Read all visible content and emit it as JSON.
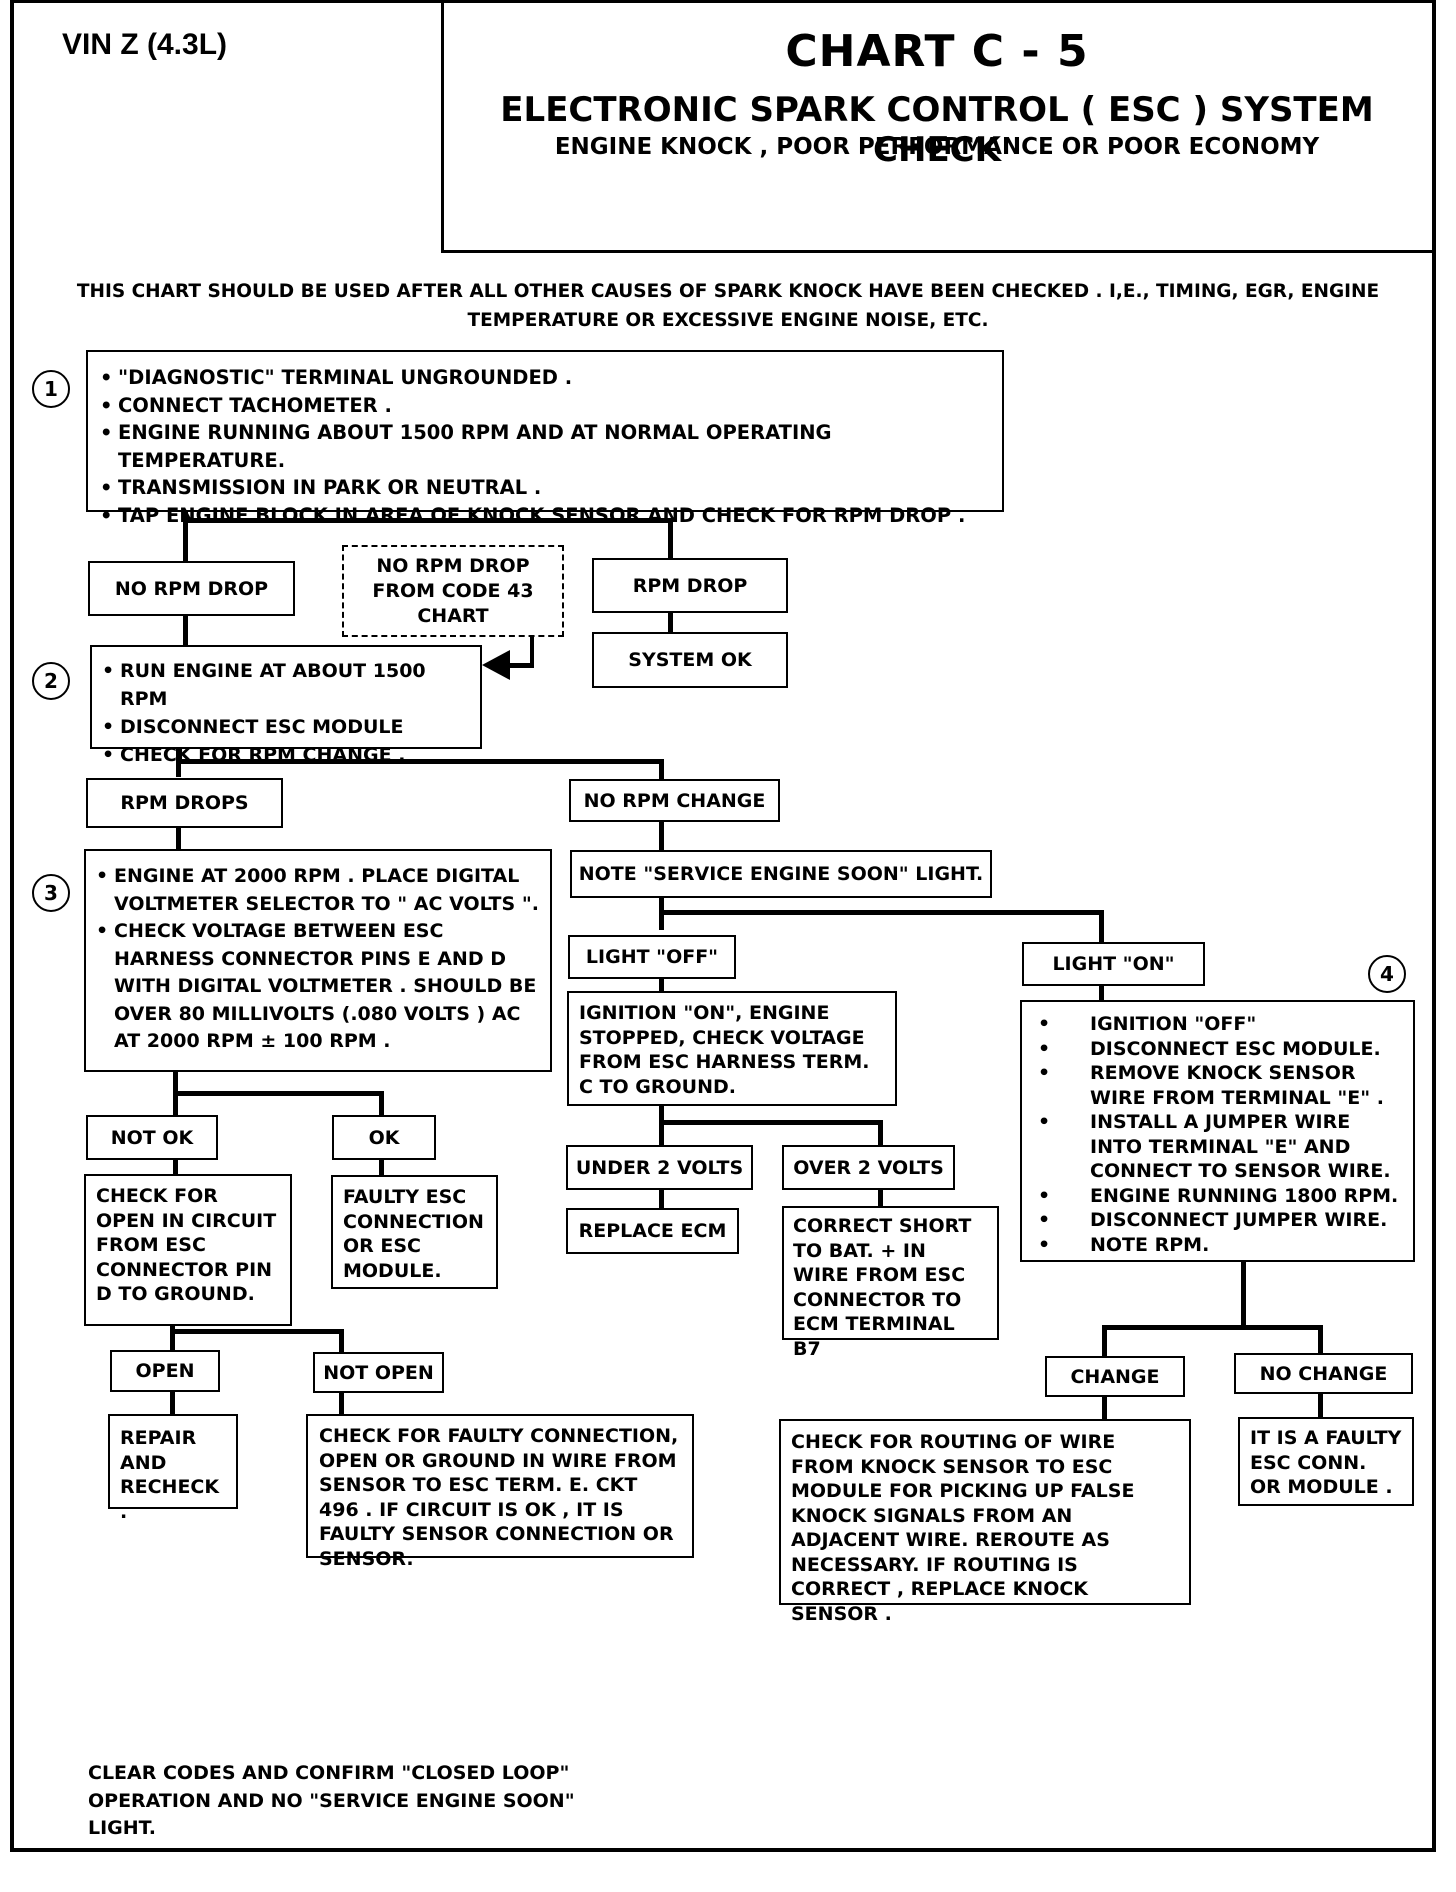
{
  "header": {
    "vin": "VIN Z (4.3L)",
    "chart_id": "CHART C - 5",
    "title": "ELECTRONIC SPARK CONTROL ( ESC ) SYSTEM CHECK",
    "subtitle": "ENGINE KNOCK , POOR PERFORMANCE OR POOR ECONOMY"
  },
  "intro": {
    "line1": "THIS CHART SHOULD BE USED AFTER ALL OTHER CAUSES OF SPARK KNOCK HAVE BEEN CHECKED . I,E., TIMING, EGR, ENGINE",
    "line2": "TEMPERATURE OR EXCESSIVE ENGINE NOISE, ETC."
  },
  "step_numbers": [
    "1",
    "2",
    "3",
    "4"
  ],
  "step1": [
    "\"DIAGNOSTIC\" TERMINAL UNGROUNDED .",
    "CONNECT TACHOMETER .",
    "ENGINE RUNNING  ABOUT 1500 RPM AND AT NORMAL OPERATING TEMPERATURE.",
    "TRANSMISSION IN PARK OR NEUTRAL .",
    "TAP ENGINE BLOCK IN AREA OF KNOCK SENSOR AND CHECK FOR RPM DROP ."
  ],
  "step2": [
    "RUN ENGINE AT ABOUT 1500 RPM",
    "DISCONNECT ESC MODULE",
    "CHECK FOR RPM CHANGE ."
  ],
  "step3": [
    "ENGINE AT 2000 RPM . PLACE DIGITAL VOLTMETER SELECTOR TO \" AC VOLTS \".",
    "CHECK VOLTAGE BETWEEN ESC HARNESS CONNECTOR PINS  E  AND  D  WITH DIGITAL VOLTMETER . SHOULD BE OVER 80 MILLIVOLTS (.080  VOLTS ) AC  AT 2000 RPM  ±  100 RPM ."
  ],
  "step4": [
    "IGNITION \"OFF\"",
    "DISCONNECT ESC MODULE.",
    "REMOVE KNOCK SENSOR WIRE FROM TERMINAL \"E\" .",
    "INSTALL A JUMPER WIRE INTO TERMINAL \"E\" AND CONNECT TO SENSOR WIRE.",
    "ENGINE RUNNING 1800 RPM.",
    "DISCONNECT JUMPER WIRE.",
    "NOTE RPM."
  ],
  "nodes": {
    "no_rpm_drop": "NO RPM DROP",
    "code43": "NO RPM DROP FROM CODE 43 CHART",
    "rpm_drop": "RPM DROP",
    "system_ok": "SYSTEM OK",
    "rpm_drops": "RPM DROPS",
    "no_rpm_change": "NO RPM CHANGE",
    "note_ses": "NOTE \"SERVICE ENGINE SOON\" LIGHT.",
    "light_off": "LIGHT \"OFF\"",
    "light_on": "LIGHT \"ON\"",
    "ignition_check": "IGNITION \"ON\", ENGINE STOPPED,  CHECK VOLTAGE FROM ESC HARNESS TERM. C TO GROUND.",
    "under2": "UNDER 2 VOLTS",
    "over2": "OVER 2 VOLTS",
    "replace_ecm": "REPLACE ECM",
    "correct_short": "CORRECT SHORT TO BAT. + IN WIRE FROM ESC CONNECTOR TO ECM TERMINAL B7",
    "not_ok": "NOT OK",
    "ok": "OK",
    "check_open": "CHECK FOR OPEN IN CIRCUIT FROM ESC CONNECTOR PIN  D  TO GROUND.",
    "faulty_esc": "FAULTY ESC CONNECTION OR ESC MODULE.",
    "open": "OPEN",
    "not_open": "NOT OPEN",
    "repair": "REPAIR AND RECHECK .",
    "check_faulty_conn": "CHECK FOR FAULTY CONNECTION, OPEN OR GROUND IN WIRE FROM SENSOR TO ESC TERM. E. CKT 496 . IF CIRCUIT IS OK , IT IS FAULTY SENSOR CONNECTION OR SENSOR.",
    "change": "CHANGE",
    "no_change": "NO CHANGE",
    "check_routing": "CHECK FOR ROUTING OF WIRE FROM KNOCK SENSOR TO ESC MODULE FOR PICKING UP FALSE KNOCK SIGNALS FROM AN ADJACENT WIRE. REROUTE AS NECESSARY. IF ROUTING IS CORRECT , REPLACE KNOCK SENSOR .",
    "faulty_conn_module": "IT IS A FAULTY ESC CONN. OR MODULE ."
  },
  "footer": {
    "line1": "CLEAR CODES AND CONFIRM  \"CLOSED LOOP\"",
    "line2": "OPERATION AND NO \"SERVICE ENGINE SOON\"",
    "line3": "LIGHT."
  }
}
